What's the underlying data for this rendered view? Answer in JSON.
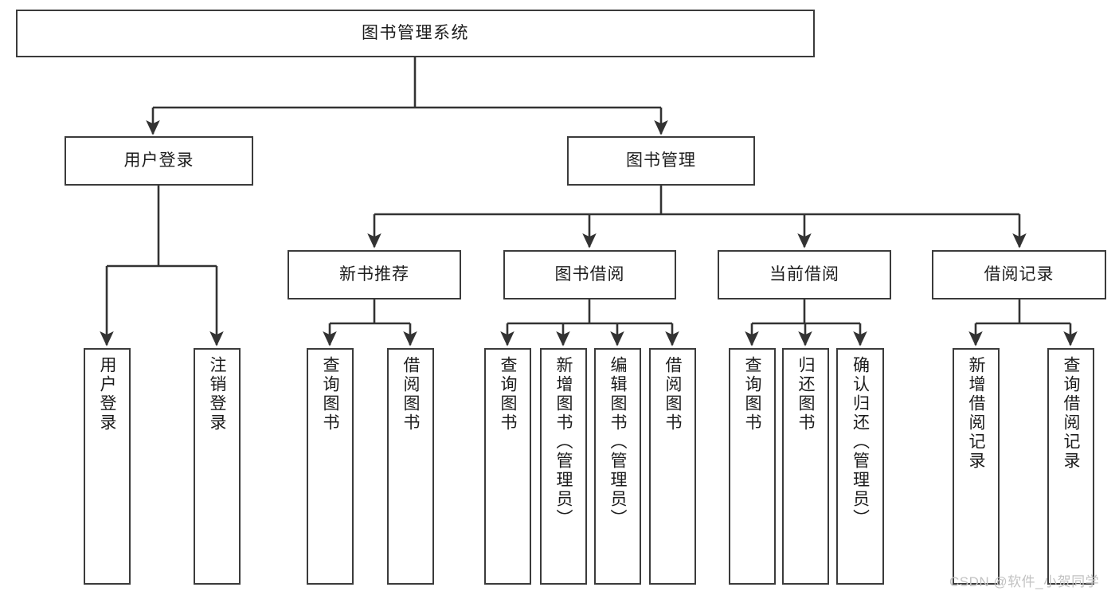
{
  "diagram": {
    "title": "图书管理系统",
    "type": "tree-hierarchy",
    "orientation": "top-down",
    "colors": {
      "background": "#ffffff",
      "node_border": "#3b3b3b",
      "node_fill": "#ffffff",
      "edge": "#333333",
      "text": "#1c1c1c",
      "watermark": "#c2c2c2"
    },
    "watermark": "CSDN @软件_小贺同学"
  },
  "nodes": {
    "root": {
      "label": "图书管理系统"
    },
    "level1": [
      {
        "id": "user-login",
        "label": "用户登录"
      },
      {
        "id": "book-manage",
        "label": "图书管理"
      }
    ],
    "level2": [
      {
        "id": "new-book-recommend",
        "label": "新书推荐"
      },
      {
        "id": "book-borrow",
        "label": "图书借阅"
      },
      {
        "id": "current-borrow",
        "label": "当前借阅"
      },
      {
        "id": "borrow-record",
        "label": "借阅记录"
      }
    ],
    "leaves": {
      "user_login": [
        {
          "id": "leaf-user-login",
          "label": "用户登录"
        },
        {
          "id": "leaf-logout-login",
          "label": "注销登录"
        }
      ],
      "new_book_recommend": [
        {
          "id": "leaf-query-book-1",
          "label": "查询图书"
        },
        {
          "id": "leaf-borrow-book-1",
          "label": "借阅图书"
        }
      ],
      "book_borrow": [
        {
          "id": "leaf-query-book-2",
          "label": "查询图书"
        },
        {
          "id": "leaf-add-book",
          "label": "新增图书（管理员）"
        },
        {
          "id": "leaf-edit-book",
          "label": "编辑图书（管理员）"
        },
        {
          "id": "leaf-borrow-book-2",
          "label": "借阅图书"
        }
      ],
      "current_borrow": [
        {
          "id": "leaf-query-book-3",
          "label": "查询图书"
        },
        {
          "id": "leaf-return-book",
          "label": "归还图书"
        },
        {
          "id": "leaf-confirm-return",
          "label": "确认归还（管理员）"
        }
      ],
      "borrow_record": [
        {
          "id": "leaf-add-record",
          "label": "新增借阅记录"
        },
        {
          "id": "leaf-query-record",
          "label": "查询借阅记录"
        }
      ]
    }
  }
}
